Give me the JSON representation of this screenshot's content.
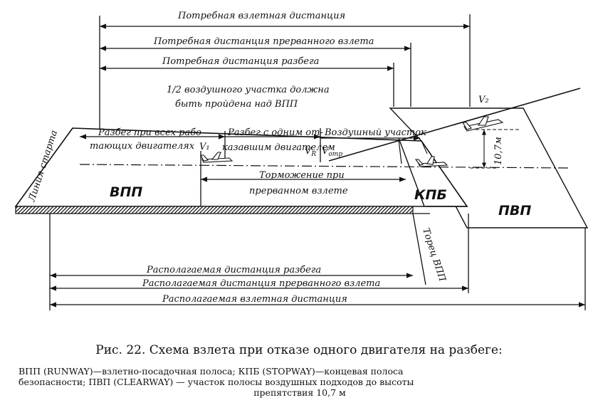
{
  "dimensions": {
    "required_takeoff_distance": "Потребная взлетная дистанция",
    "required_accelerate_stop_distance": "Потребная дистанция прерванного взлета",
    "required_takeoff_run": "Потребная дистанция разбега",
    "available_takeoff_run": "Располагаемая дистанция разбега",
    "available_accelerate_stop_distance": "Располагаемая дистанция прерванного взлета",
    "available_takeoff_distance": "Располагаемая взлетная дистанция"
  },
  "annotations": {
    "half_air_segment_line1": "1/2 воздушного участка должна",
    "half_air_segment_line2": "быть пройдена над ВПП",
    "v2": "V₂",
    "height_value": "10,7м",
    "v1": "V₁",
    "vr": "V",
    "vr_sub": "R",
    "vloff": "V",
    "vloff_sub": "отр"
  },
  "segments": {
    "all_engines_line1": "Разбег при всех рабо-",
    "all_engines_line2": "тающих двигателях",
    "one_engine_line1": "Разбег с одним от-",
    "one_engine_line2": "казавшим двигателем",
    "air_segment": "Воздушный участок",
    "braking_line1": "Торможение при",
    "braking_line2": "прерванном взлете"
  },
  "areas": {
    "start_line": "Линия старта",
    "runway": "ВПП",
    "stopway": "КПБ",
    "clearway": "ПВП",
    "runway_end": "Торец ВПП"
  },
  "caption": {
    "title": "Рис. 22. Схема взлета при отказе одного двигателя на разбеге:",
    "legend_line1": "ВПП (RUNWAY)—взлетно-посадочная полоса; КПБ (STOPWAY)—концевая полоса",
    "legend_line2": "безопасности; ПВП (CLEARWAY) — участок полосы воздушных подходов до высоты",
    "legend_line3": "препятствия 10,7 м"
  }
}
